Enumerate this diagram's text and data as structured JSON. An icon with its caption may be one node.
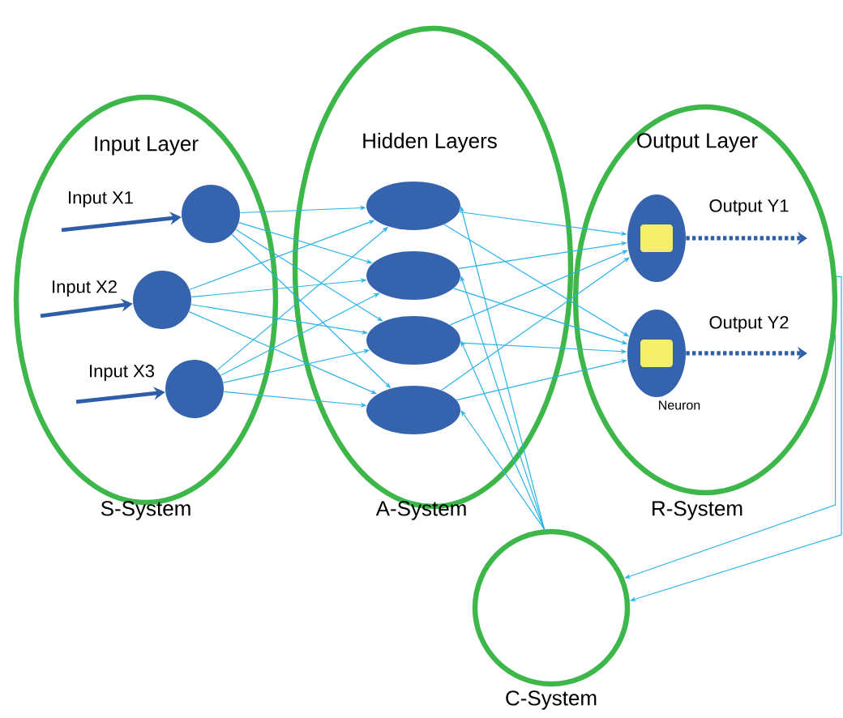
{
  "diagram": {
    "nodes": [
      {
        "text": [
          "Input Layer"
        ],
        "beside": [
          "S-System"
        ]
      },
      {
        "text": [
          "Hidden Layers"
        ],
        "beside": [
          "A-System"
        ]
      },
      {
        "text": [
          "Output Layer"
        ],
        "beside": [
          "R-System"
        ]
      },
      {
        "text": [],
        "shape": "circle",
        "beside": [
          "C-System"
        ]
      },
      {
        "text": [],
        "shape": "circle",
        "in": 0
      },
      {
        "text": [],
        "shape": "circle",
        "in": 0
      },
      {
        "text": [],
        "shape": "circle",
        "in": 0
      },
      {
        "text": [],
        "shape": "ellipse",
        "in": 1
      },
      {
        "text": [],
        "shape": "ellipse",
        "in": 1
      },
      {
        "text": [],
        "shape": "ellipse",
        "in": 1
      },
      {
        "text": [],
        "shape": "ellipse",
        "in": 1
      },
      {
        "text": [],
        "shape": "ellipse",
        "in": 2
      },
      {
        "text": [],
        "shape": "ellipse",
        "in": 2,
        "beside": [
          "Neuron"
        ]
      }
    ],
    "edges": [
      {
        "from": null,
        "to": 4,
        "arrow": "to",
        "label": "Input X1",
        "style": "thick",
        "color": "#2e5ea8"
      },
      {
        "from": null,
        "to": 5,
        "arrow": "to",
        "label": "Input X2",
        "style": "thick",
        "color": "#2e5ea8"
      },
      {
        "from": null,
        "to": 6,
        "arrow": "to",
        "label": "Input X3",
        "style": "thick",
        "color": "#2e5ea8"
      },
      {
        "from": 4,
        "to": 7,
        "arrow": "to"
      },
      {
        "from": 4,
        "to": 8,
        "arrow": "to"
      },
      {
        "from": 4,
        "to": 9,
        "arrow": "to"
      },
      {
        "from": 4,
        "to": 10,
        "arrow": "to"
      },
      {
        "from": 5,
        "to": 7,
        "arrow": "to"
      },
      {
        "from": 5,
        "to": 8,
        "arrow": "to"
      },
      {
        "from": 5,
        "to": 9,
        "arrow": "to"
      },
      {
        "from": 5,
        "to": 10,
        "arrow": "to"
      },
      {
        "from": 6,
        "to": 7,
        "arrow": "to"
      },
      {
        "from": 6,
        "to": 8,
        "arrow": "to"
      },
      {
        "from": 6,
        "to": 9,
        "arrow": "to"
      },
      {
        "from": 6,
        "to": 10,
        "arrow": "to"
      },
      {
        "from": 7,
        "to": 11,
        "arrow": "to"
      },
      {
        "from": 7,
        "to": 12,
        "arrow": "to"
      },
      {
        "from": 8,
        "to": 11,
        "arrow": "to"
      },
      {
        "from": 8,
        "to": 12,
        "arrow": "to"
      },
      {
        "from": 9,
        "to": 11,
        "arrow": "to"
      },
      {
        "from": 9,
        "to": 12,
        "arrow": "to"
      },
      {
        "from": 10,
        "to": 11,
        "arrow": "to"
      },
      {
        "from": 10,
        "to": 12,
        "arrow": "to"
      },
      {
        "from": 3,
        "to": 7,
        "arrow": "to"
      },
      {
        "from": 3,
        "to": 8,
        "arrow": "to"
      },
      {
        "from": 3,
        "to": 9,
        "arrow": "to"
      },
      {
        "from": 3,
        "to": 10,
        "arrow": "to"
      },
      {
        "from": 11,
        "to": null,
        "arrow": "to",
        "label": "Output Y1",
        "style": "dashed",
        "color": "#2e5ea8"
      },
      {
        "from": 12,
        "to": null,
        "arrow": "to",
        "label": "Output Y2",
        "style": "dashed",
        "color": "#2e5ea8"
      },
      {
        "from": 2,
        "to": 3,
        "arrow": "to"
      },
      {
        "from": 2,
        "to": 3,
        "arrow": "to"
      }
    ]
  }
}
